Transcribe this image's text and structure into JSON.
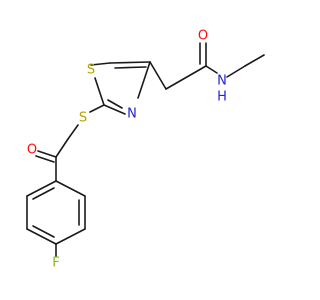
{
  "molecule": {
    "colors": {
      "bond": "#1a1a1a",
      "carbon": "#1a1a1a",
      "oxygen": "#ff0d0d",
      "nitrogen": "#2222dd",
      "sulfur": "#b8a200",
      "fluorine": "#8ab820",
      "background": "#ffffff"
    },
    "atom_labels": {
      "amide_oxygen": "O",
      "amide_nitrogen": "N",
      "amide_hydrogen": "H",
      "ring_sulfur": "S",
      "thioether_sulfur": "S",
      "ring_nitrogen": "N",
      "ketone_oxygen": "O",
      "fluorine": "F"
    }
  }
}
